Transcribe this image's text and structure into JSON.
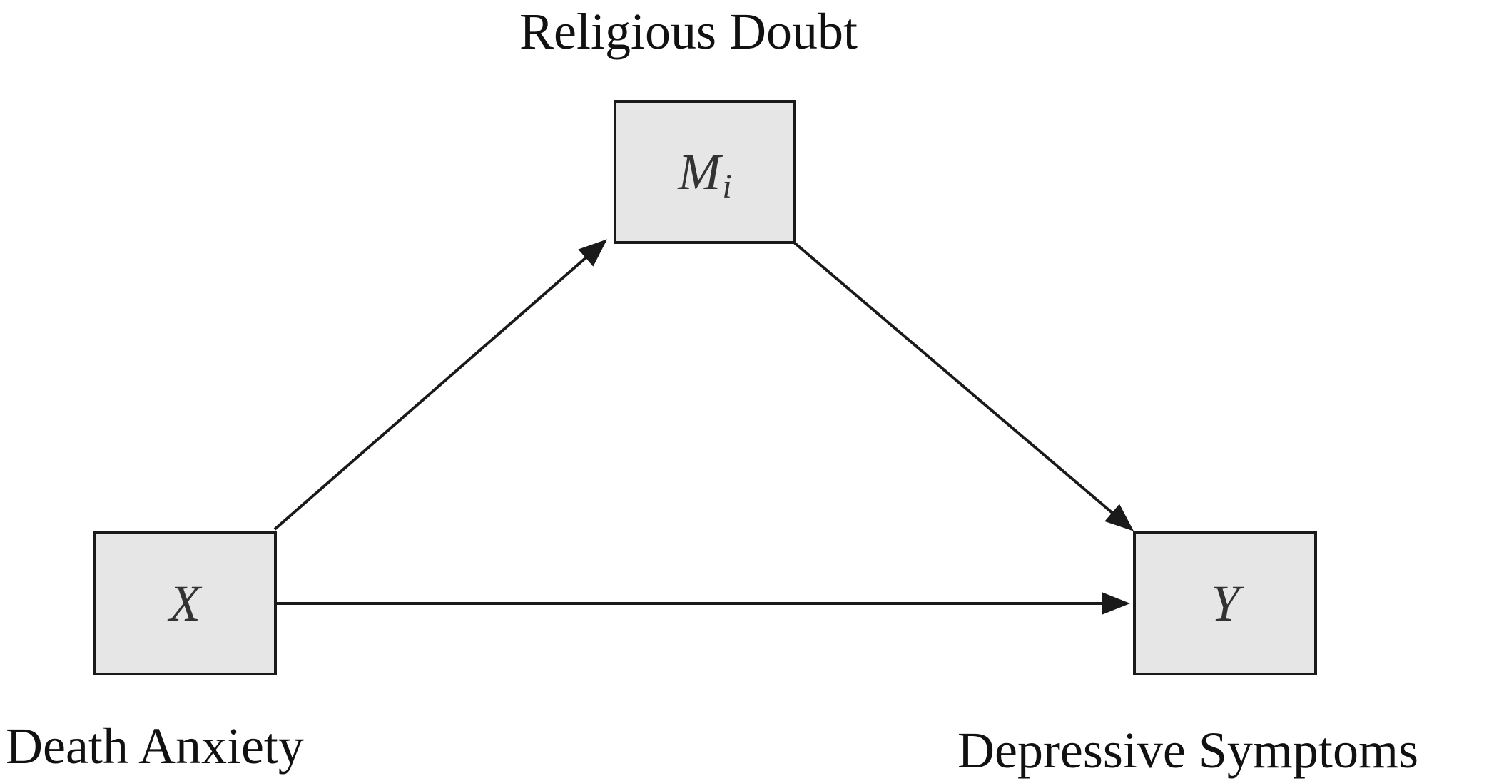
{
  "nodes": {
    "mediator": {
      "label": "Religious Doubt",
      "symbol": "M",
      "subscript": "i"
    },
    "predictor": {
      "label": "Death Anxiety",
      "symbol": "X"
    },
    "outcome": {
      "label": "Depressive Symptoms",
      "symbol": "Y"
    }
  },
  "edges": [
    {
      "from": "X",
      "to": "M"
    },
    {
      "from": "M",
      "to": "Y"
    },
    {
      "from": "X",
      "to": "Y"
    }
  ],
  "colors": {
    "box_fill": "#e6e6e6",
    "stroke": "#1a1a1a",
    "text": "#111111"
  }
}
